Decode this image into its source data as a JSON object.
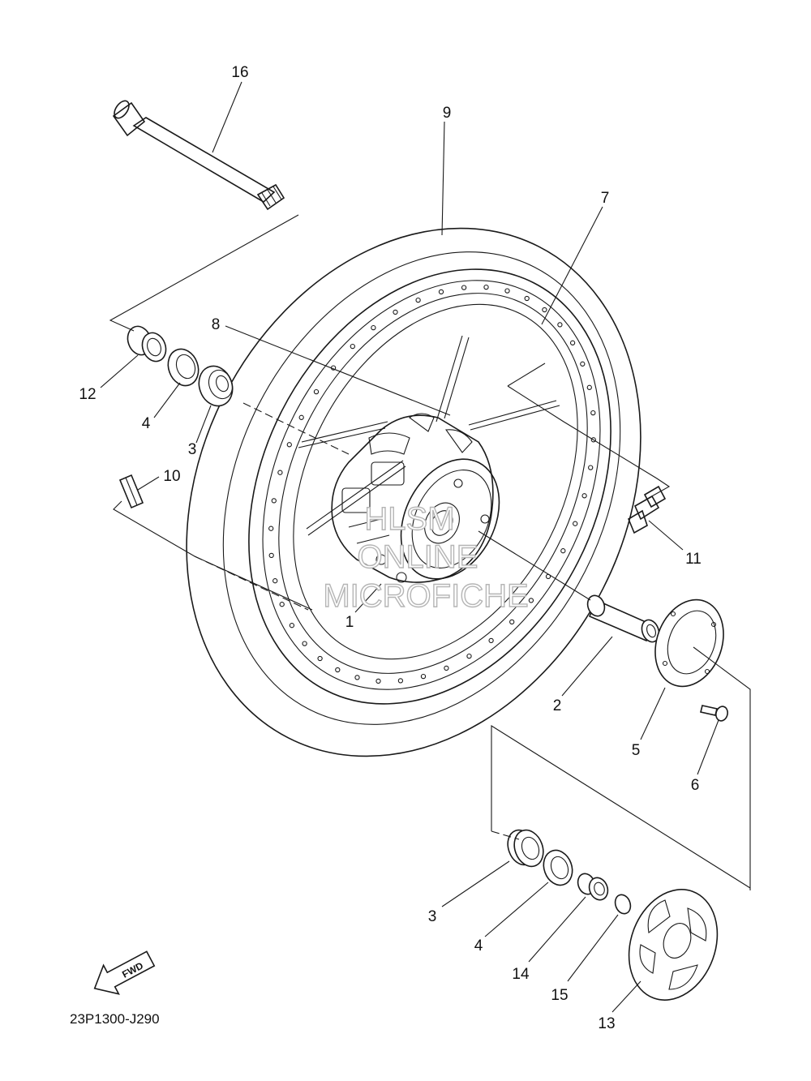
{
  "parts": [
    {
      "key": "p16",
      "number": "16"
    },
    {
      "key": "p9",
      "number": "9"
    },
    {
      "key": "p7",
      "number": "7"
    },
    {
      "key": "p8",
      "number": "8"
    },
    {
      "key": "p12",
      "number": "12"
    },
    {
      "key": "p4a",
      "number": "4"
    },
    {
      "key": "p3a",
      "number": "3"
    },
    {
      "key": "p10",
      "number": "10"
    },
    {
      "key": "p11",
      "number": "11"
    },
    {
      "key": "p1",
      "number": "1"
    },
    {
      "key": "p2",
      "number": "2"
    },
    {
      "key": "p5",
      "number": "5"
    },
    {
      "key": "p6",
      "number": "6"
    },
    {
      "key": "p3b",
      "number": "3"
    },
    {
      "key": "p4b",
      "number": "4"
    },
    {
      "key": "p14",
      "number": "14"
    },
    {
      "key": "p15",
      "number": "15"
    },
    {
      "key": "p13",
      "number": "13"
    }
  ],
  "watermark": {
    "line1": "HLSM",
    "line2": "ONLINE",
    "line3": "MICROFICHE"
  },
  "fwd_label": "FWD",
  "diagram_code": "23P1300-J290"
}
